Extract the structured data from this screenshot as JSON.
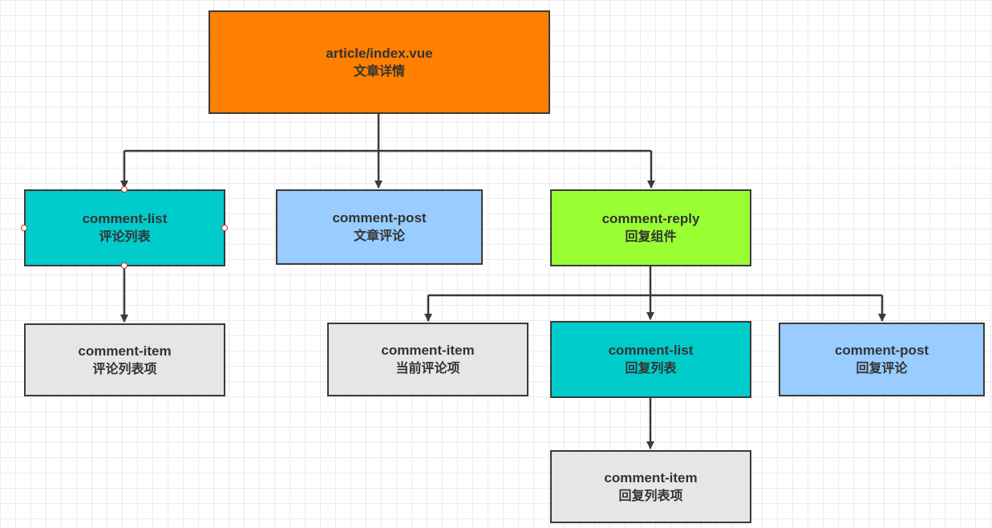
{
  "colors": {
    "article": "#ff7f00",
    "comment_list": "#00cccc",
    "comment_post": "#99ccff",
    "comment_reply": "#99ff33",
    "comment_item": "#e6e6e6",
    "edge": "#3a3a3a"
  },
  "nodes": {
    "article": {
      "name": "article/index.vue",
      "desc": "文章详情"
    },
    "comment_list": {
      "name": "comment-list",
      "desc": "评论列表"
    },
    "comment_post": {
      "name": "comment-post",
      "desc": "文章评论"
    },
    "comment_reply": {
      "name": "comment-reply",
      "desc": "回复组件"
    },
    "comment_item_list": {
      "name": "comment-item",
      "desc": "评论列表项"
    },
    "reply_current_item": {
      "name": "comment-item",
      "desc": "当前评论项"
    },
    "reply_comment_list": {
      "name": "comment-list",
      "desc": "回复列表"
    },
    "reply_comment_post": {
      "name": "comment-post",
      "desc": "回复评论"
    },
    "reply_comment_item": {
      "name": "comment-item",
      "desc": "回复列表项"
    }
  },
  "edges": [
    {
      "from": "article",
      "to": "comment_list"
    },
    {
      "from": "article",
      "to": "comment_post"
    },
    {
      "from": "article",
      "to": "comment_reply"
    },
    {
      "from": "comment_list",
      "to": "comment_item_list"
    },
    {
      "from": "comment_reply",
      "to": "reply_current_item"
    },
    {
      "from": "comment_reply",
      "to": "reply_comment_list"
    },
    {
      "from": "comment_reply",
      "to": "reply_comment_post"
    },
    {
      "from": "reply_comment_list",
      "to": "reply_comment_item"
    }
  ]
}
